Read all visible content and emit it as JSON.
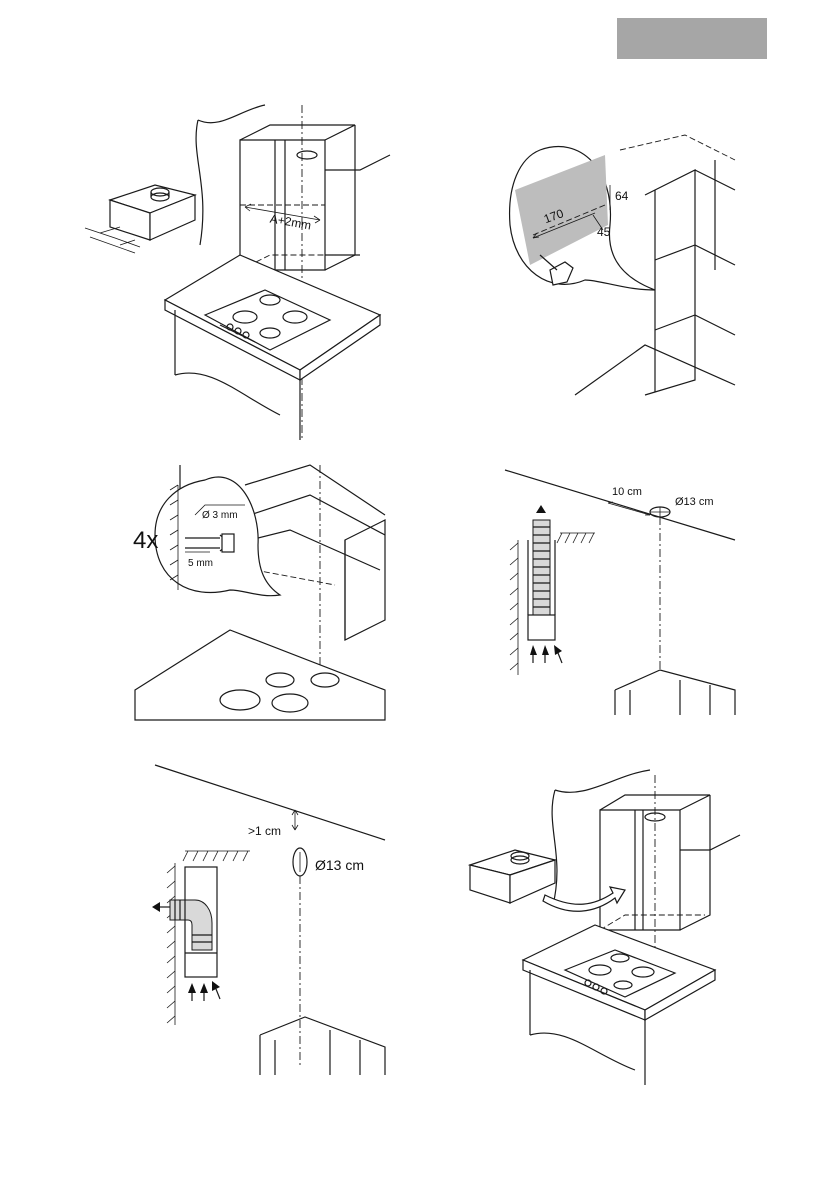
{
  "header": {
    "tab_color": "#a6a6a6"
  },
  "panels": {
    "p1": {
      "dimension_label": "A+2mm"
    },
    "p2": {
      "dim_width": "170",
      "dim_height": "64",
      "dim_offset": "45",
      "template_color": "#bdbdbd"
    },
    "p3": {
      "count": "4x",
      "drill_diameter": "Ø 3 mm",
      "drill_depth": "5 mm"
    },
    "p4": {
      "wall_distance": "10 cm",
      "duct_diameter": "Ø13 cm"
    },
    "p5": {
      "ceiling_gap": ">1 cm",
      "duct_diameter": "Ø13 cm"
    },
    "p6": {}
  }
}
